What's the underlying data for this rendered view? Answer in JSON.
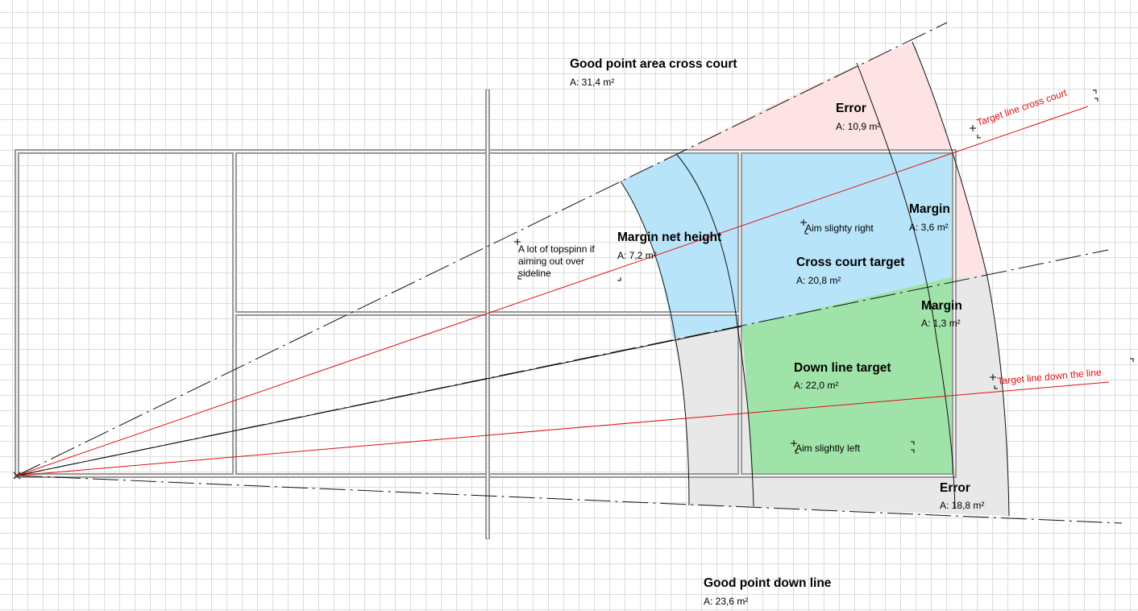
{
  "regions": {
    "good_cross": {
      "title": "Good point area cross court",
      "area": "A: 31,4 m²"
    },
    "error_top": {
      "title": "Error",
      "area": "A: 10,9 m²"
    },
    "margin_right": {
      "title": "Margin",
      "area": "A: 3,6 m²"
    },
    "margin_net": {
      "title": "Margin net height",
      "area": "A: 7,2 m²"
    },
    "cross_target": {
      "title": "Cross court target",
      "area": "A: 20,8 m²"
    },
    "margin_mid": {
      "title": "Margin",
      "area": "A: 1,3 m²"
    },
    "down_target": {
      "title": "Down line target",
      "area": "A: 22,0 m²"
    },
    "error_bottom": {
      "title": "Error",
      "area": "A: 18,8 m²"
    },
    "good_down": {
      "title": "Good point down line",
      "area": "A: 23,6 m²"
    }
  },
  "notes": {
    "aim_right": "Aim slighty right",
    "aim_left": "Aim slightly left",
    "topspin": "A lot of topspinn if aiming out over sideline"
  },
  "lines": {
    "cross_court": "Target line cross court",
    "down_line": "Target line down the line"
  },
  "colors": {
    "error_pink": "#fde3e3",
    "target_blue": "#b8e4fa",
    "target_green": "#9fe3a8",
    "error_grey": "#e8e8e8",
    "target_line_red": "#e01010",
    "court_line_grey": "#9a9a9a"
  }
}
